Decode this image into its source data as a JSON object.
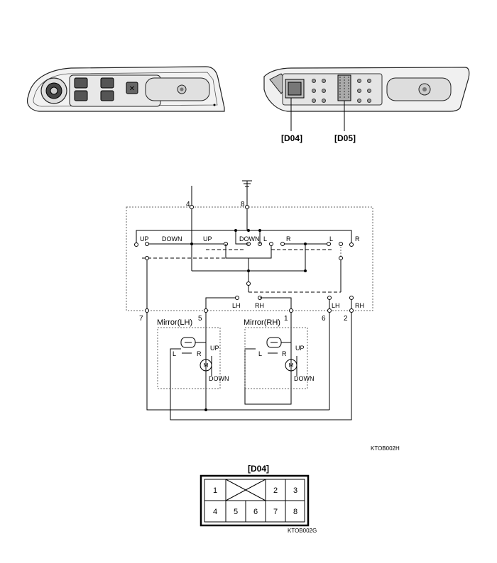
{
  "connectors": {
    "d04": "[D04]",
    "d05": "[D05]"
  },
  "pins": {
    "p4": "4",
    "p8": "8",
    "p7": "7",
    "p5": "5",
    "p1": "1",
    "p6": "6",
    "p2": "2"
  },
  "switch_labels": {
    "up_left": "UP",
    "down_left": "DOWN",
    "up_mid": "UP",
    "down_mid": "DOWN",
    "l_mid": "L",
    "r_mid": "R",
    "l_right": "L",
    "r_right": "R",
    "lh_mid": "LH",
    "rh_mid": "RH",
    "lh_right": "LH",
    "rh_right": "RH"
  },
  "mirrors": [
    {
      "title": "Mirror(LH)",
      "l": "L",
      "r": "R",
      "up": "UP",
      "down": "DOWN",
      "motor": "M"
    },
    {
      "title": "Mirror(RH)",
      "l": "L",
      "r": "R",
      "up": "UP",
      "down": "DOWN",
      "motor": "M"
    }
  ],
  "figure_codes": {
    "wiring": "KTOB002H",
    "connector": "KTOB002G"
  },
  "connector_table": {
    "title": "[D04]",
    "row1": [
      "1",
      "",
      "2",
      "3"
    ],
    "row2": [
      "4",
      "5",
      "6",
      "7",
      "8"
    ]
  }
}
